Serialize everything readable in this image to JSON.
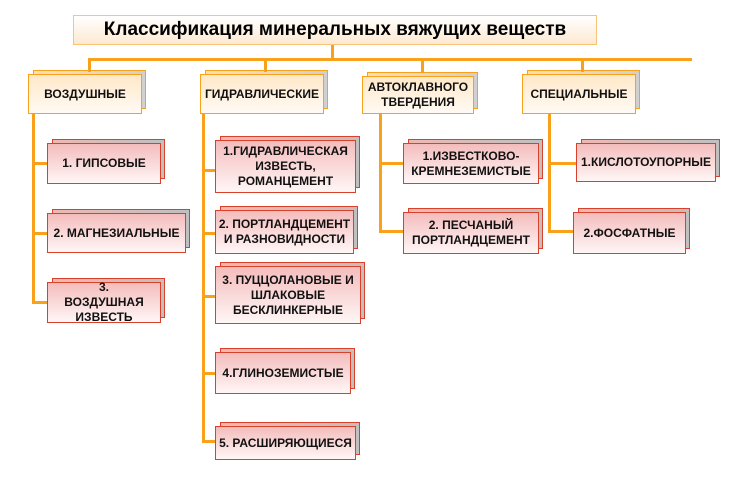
{
  "title": "Классификация  минеральных  вяжущих веществ",
  "categories": [
    {
      "label": "ВОЗДУШНЫЕ",
      "items": [
        "1. ГИПСОВЫЕ",
        "2. МАГНЕЗИАЛЬНЫЕ",
        "3. ВОЗДУШНАЯ ИЗВЕСТЬ"
      ]
    },
    {
      "label": "ГИДРАВЛИЧЕСКИЕ",
      "items": [
        "1.ГИДРАВЛИЧЕСКАЯ ИЗВЕСТЬ, РОМАНЦЕМЕНТ",
        "2. ПОРТЛАНДЦЕМЕНТ И РАЗНОВИДНОСТИ",
        "3. ПУЦЦОЛАНОВЫЕ И ШЛАКОВЫЕ БЕСКЛИНКЕРНЫЕ",
        "4.ГЛИНОЗЕМИСТЫЕ",
        "5. РАСШИРЯЮЩИЕСЯ"
      ]
    },
    {
      "label": "АВТОКЛАВНОГО ТВЕРДЕНИЯ",
      "items": [
        "1.ИЗВЕСТКОВО-КРЕМНЕЗЕМИСТЫЕ",
        "2. ПЕСЧАНЫЙ ПОРТЛАНДЦЕМЕНТ"
      ]
    },
    {
      "label": "СПЕЦИАЛЬНЫЕ",
      "items": [
        "1.КИСЛОТОУПОРНЫЕ",
        "2.ФОСФАТНЫЕ"
      ]
    }
  ]
}
